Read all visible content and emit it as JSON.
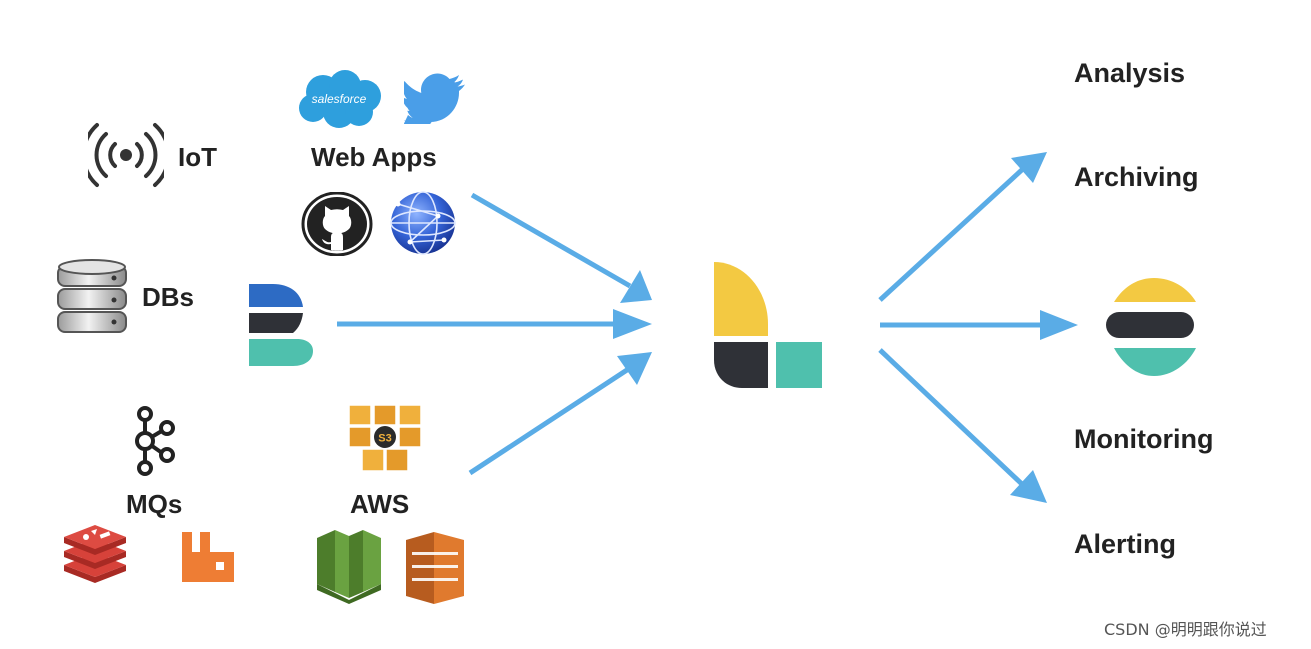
{
  "colors": {
    "arrow": "#5aace6",
    "yellow": "#f3c942",
    "dark": "#2f3137",
    "teal": "#4fc0ad",
    "blue": "#2d6bc4",
    "salesforce": "#2e9fdd",
    "twitter": "#4a9ee8",
    "aws_orange": "#e49a2a",
    "aws_green": "#6aa241",
    "redis": "#c8342c",
    "rabbitmq": "#ee7d34"
  },
  "sources": {
    "iot": "IoT",
    "web_apps": "Web Apps",
    "dbs": "DBs",
    "mqs": "MQs",
    "aws": "AWS",
    "salesforce_logo_text": "salesforce",
    "s3_badge": "S3"
  },
  "destinations": {
    "analysis": "Analysis",
    "archiving": "Archiving",
    "monitoring": "Monitoring",
    "alerting": "Alerting"
  },
  "watermark": "CSDN @明明跟你说过",
  "icons": [
    "iot-icon",
    "salesforce-icon",
    "twitter-icon",
    "github-icon",
    "globe-icon",
    "database-icon",
    "beats-icon",
    "kafka-icon",
    "redis-icon",
    "rabbitmq-icon",
    "aws-s3-icon",
    "aws-green-icon",
    "aws-orange-icon",
    "kibana-logo-icon",
    "elasticsearch-logo-icon"
  ]
}
